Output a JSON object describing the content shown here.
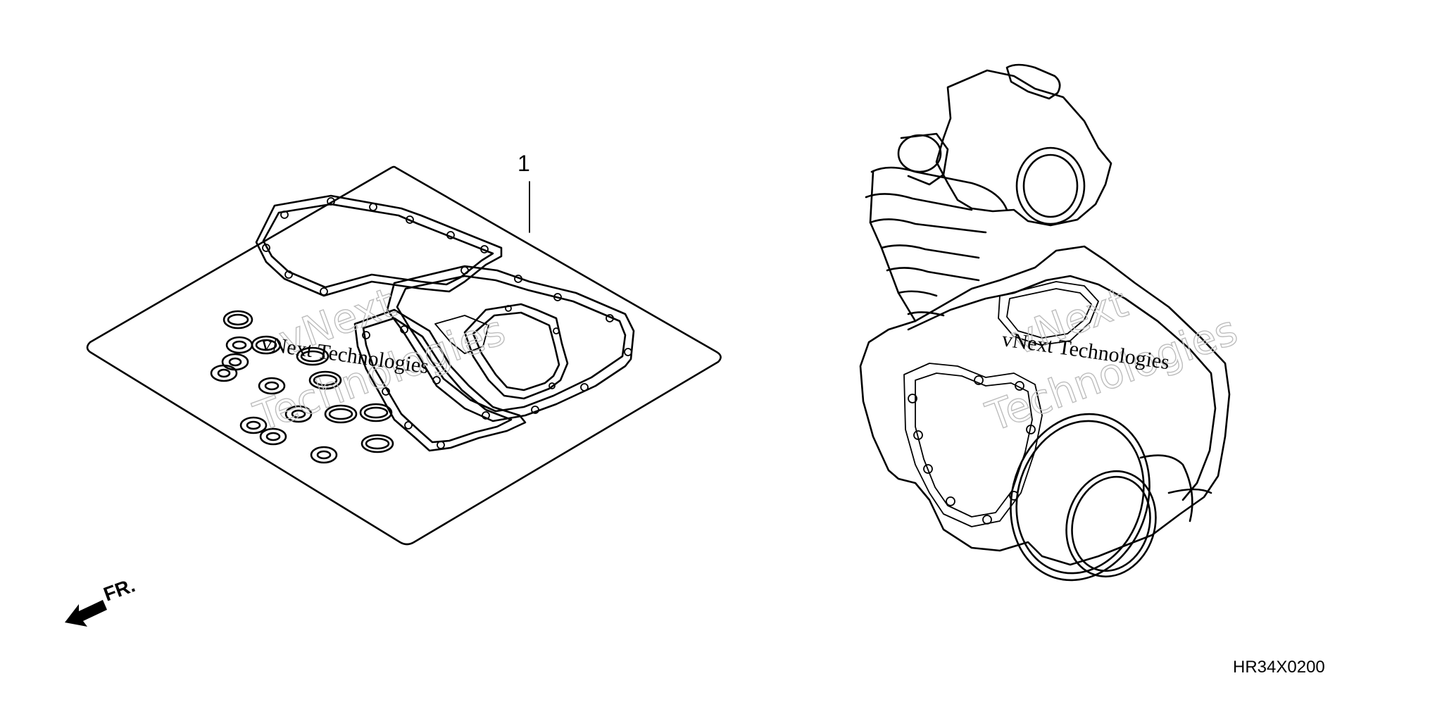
{
  "diagram": {
    "part_reference": "1",
    "direction_label": "FR.",
    "drawing_code": "HR34X0200"
  },
  "watermarks": [
    {
      "brand": "vNext Technologies",
      "large_top": "vNext",
      "large_bottom": "Technologies"
    },
    {
      "brand": "vNext Technologies",
      "large_top": "vNext",
      "large_bottom": "Technologies"
    }
  ],
  "icons": {
    "direction_arrow": "arrow-front-direction-icon"
  }
}
